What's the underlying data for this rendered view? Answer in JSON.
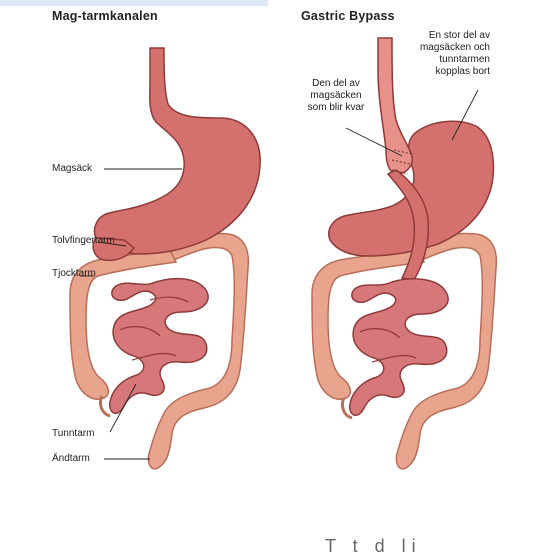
{
  "left": {
    "title": "Mag-tarmkanalen",
    "labels": {
      "stomach": "Magsäck",
      "duodenum": "Tolvfingertarm",
      "colon": "Tjocktarm",
      "small_intestine": "Tunntarm",
      "rectum": "Ändtarm"
    }
  },
  "right": {
    "title": "Gastric Bypass",
    "annotation_kept": [
      "Den del av",
      "magsäcken",
      "som blir kvar"
    ],
    "annotation_bypassed": [
      "En stor del av",
      "magsäcken och",
      "tunntarmen",
      "kopplas bort"
    ]
  },
  "footer": {
    "partial_text": "T   t d      li"
  },
  "colors": {
    "stomach_fill": "#d4716f",
    "stomach_stroke": "#8f3a3a",
    "colon_fill": "#e9a48d",
    "colon_stroke": "#b86e58",
    "small_fill": "#d6787a",
    "small_stroke": "#8f3a3a",
    "pouch_fill": "#e8908a"
  }
}
